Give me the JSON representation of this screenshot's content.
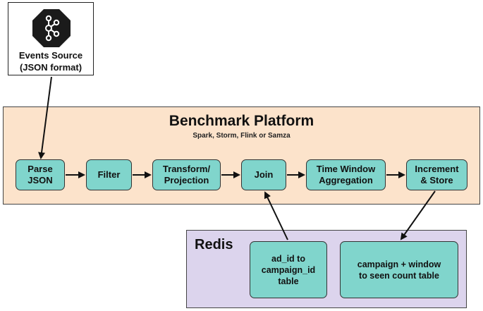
{
  "source": {
    "label": "Events Source\n(JSON format)",
    "logo_icon": "kafka-logo"
  },
  "platform": {
    "title": "Benchmark Platform",
    "subtitle": "Spark, Storm, Flink or Samza",
    "steps": [
      "Parse\nJSON",
      "Filter",
      "Transform/\nProjection",
      "Join",
      "Time Window\nAggregation",
      "Increment\n& Store"
    ]
  },
  "redis": {
    "title": "Redis",
    "tables": [
      "ad_id to\ncampaign_id\ntable",
      "campaign + window\nto seen count table"
    ]
  },
  "colors": {
    "platform_bg": "#fce3cb",
    "redis_bg": "#dcd4ed",
    "step_fill": "#80d5cc"
  }
}
